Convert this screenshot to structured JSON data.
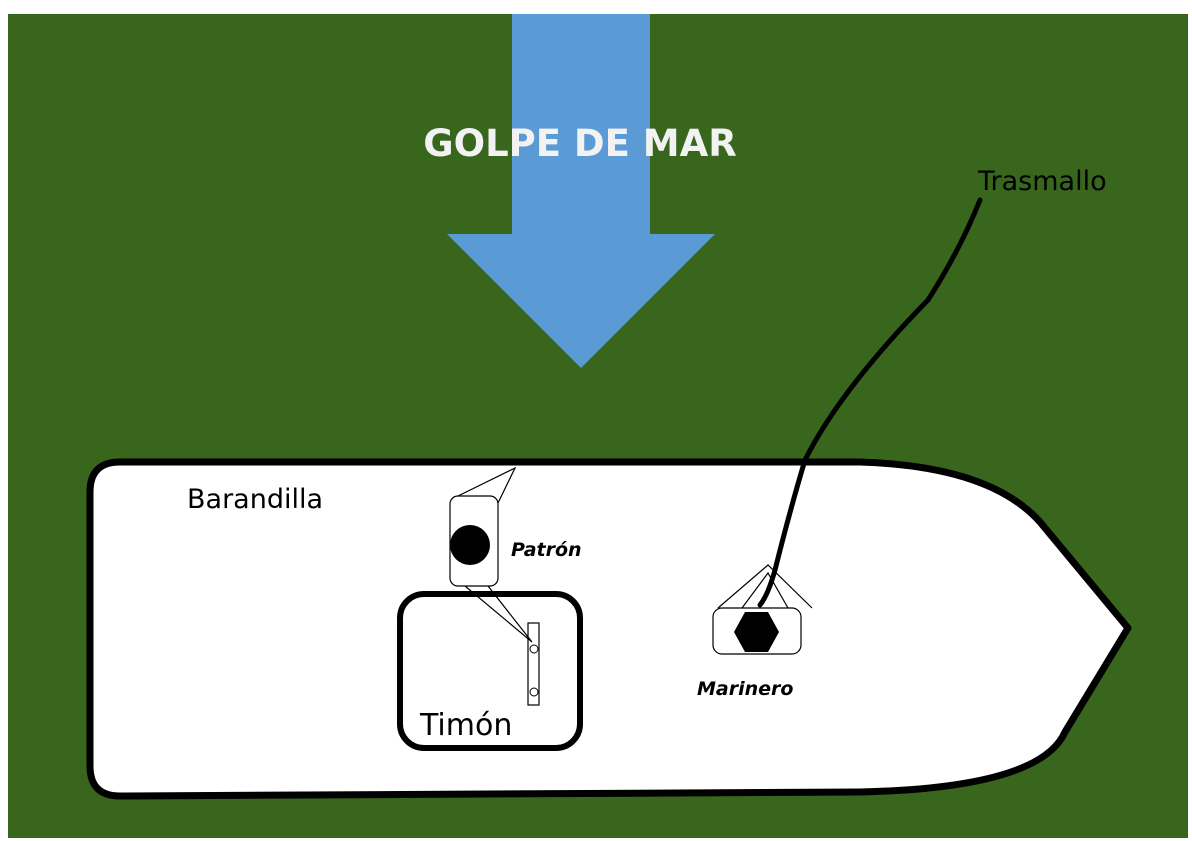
{
  "colors": {
    "sea": "#38661d",
    "arrow": "#5b9bd5",
    "boat": "#ffffff",
    "outline": "#000000",
    "title_text": "#f2f2f2"
  },
  "labels": {
    "golpe": "GOLPE DE MAR",
    "trasmallo": "Trasmallo",
    "barandilla": "Barandilla",
    "patron": "Patrón",
    "timon": "Timón",
    "marinero": "Marinero"
  },
  "icons": {
    "impact_arrow": "arrow-down-icon",
    "patron_figure": "person-icon",
    "marinero_figure": "person-icon",
    "helm": "helm-icon"
  }
}
